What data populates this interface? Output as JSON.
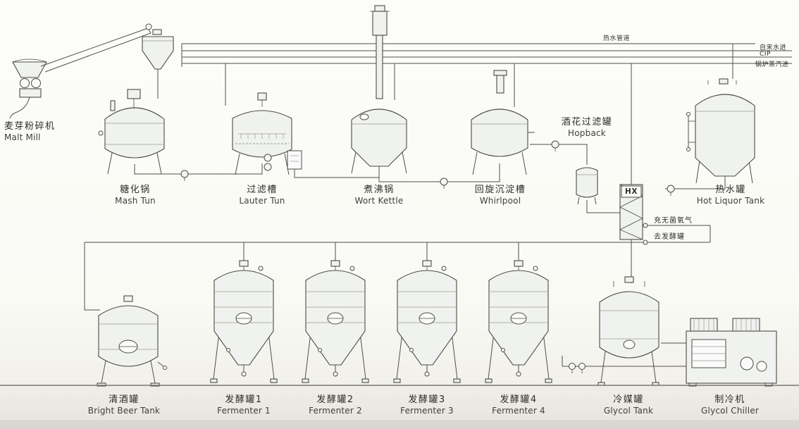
{
  "diagram": {
    "type": "brewery-process-flow"
  },
  "equipment": {
    "malt_mill": {
      "zh": "麦芽粉碎机",
      "en": "Malt Mill"
    },
    "mash_tun": {
      "zh": "糖化锅",
      "en": "Mash Tun"
    },
    "lauter_tun": {
      "zh": "过滤槽",
      "en": "Lauter Tun"
    },
    "wort_kettle": {
      "zh": "煮沸锅",
      "en": "Wort Kettle"
    },
    "whirlpool": {
      "zh": "回旋沉淀槽",
      "en": "Whirlpool"
    },
    "hopback": {
      "zh": "酒花过滤罐",
      "en": "Hopback"
    },
    "hot_liquor_tank": {
      "zh": "热水罐",
      "en": "Hot Liquor Tank"
    },
    "bright_beer_tank": {
      "zh": "清酒罐",
      "en": "Bright Beer Tank"
    },
    "fermenter_1": {
      "zh": "发酵罐1",
      "en": "Fermenter 1"
    },
    "fermenter_2": {
      "zh": "发酵罐2",
      "en": "Fermenter 2"
    },
    "fermenter_3": {
      "zh": "发酵罐3",
      "en": "Fermenter 3"
    },
    "fermenter_4": {
      "zh": "发酵罐4",
      "en": "Fermenter 4"
    },
    "glycol_tank": {
      "zh": "冷媒罐",
      "en": "Glycol Tank"
    },
    "glycol_chiller": {
      "zh": "制冷机",
      "en": "Glycol Chiller"
    }
  },
  "annotations": {
    "hot_water_pipeline": "热水管道",
    "tap_water_in": "自来水进",
    "cip": "CIP",
    "boiler_steam_in": "锅炉蒸汽进",
    "heat_exchanger": "HX",
    "sterile_oxygen_in": "充无菌氧气",
    "to_fermenter": "去发酵罐"
  },
  "colors": {
    "line": "#4c4c46",
    "vessel_fill": "#f0f2f0",
    "paper": "#fbfbf7",
    "text": "#2e2e2a"
  }
}
